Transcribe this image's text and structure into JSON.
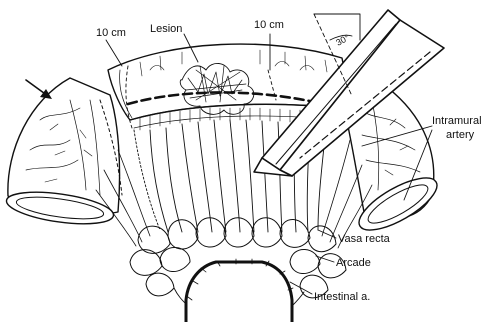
{
  "labels": {
    "margin_left": "10 cm",
    "lesion": "Lesion",
    "margin_right": "10 cm",
    "angle": "30°",
    "intramural": "Intramural",
    "artery": "artery",
    "vasa_recta": "Vasa recta",
    "arcade": "Arcade",
    "intestinal": "Intestinal a."
  }
}
